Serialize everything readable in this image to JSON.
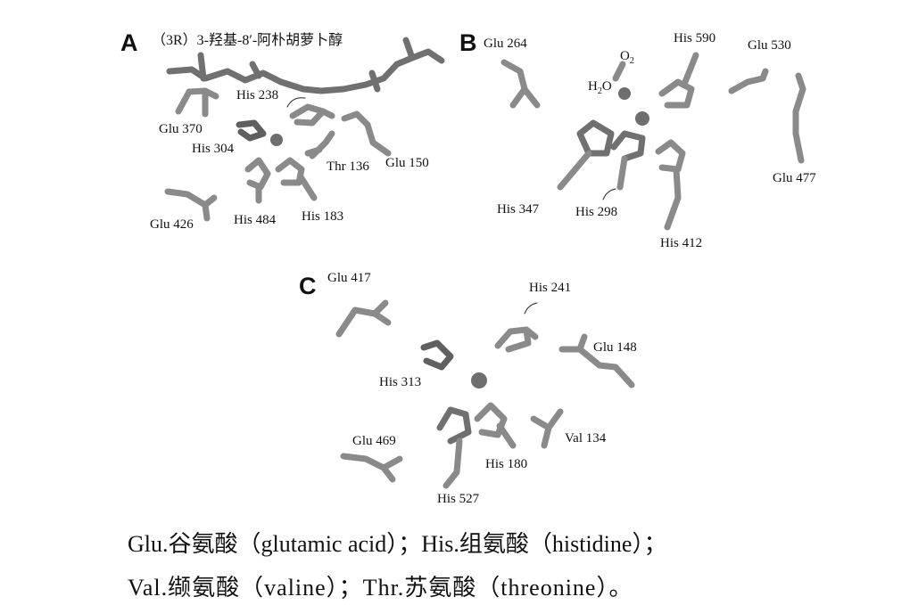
{
  "panels": {
    "A": {
      "letter": "A",
      "title": "（3R）3-羟基-8′-阿朴胡萝卜醇",
      "labels": [
        "His 238",
        "Glu 370",
        "His 304",
        "Thr 136",
        "Glu 150",
        "Glu 426",
        "His 484",
        "His 183"
      ]
    },
    "B": {
      "letter": "B",
      "labels": [
        "Glu 264",
        "His 590",
        "Glu 530",
        "His 347",
        "His 298",
        "His 412",
        "Glu 477"
      ],
      "o2": {
        "base": "O",
        "sub": "2"
      },
      "h2o": {
        "pre": "H",
        "sub": "2",
        "post": "O"
      }
    },
    "C": {
      "letter": "C",
      "labels": [
        "Glu 417",
        "His 241",
        "Glu 148",
        "His 313",
        "Val 134",
        "Glu 469",
        "His 180",
        "His 527"
      ]
    }
  },
  "caption": {
    "line1": "Glu.谷氨酸（glutamic acid）；His.组氨酸（histidine）；",
    "line2": "Val.缬氨酸（valine）；Thr.苏氨酸（threonine）。"
  },
  "colors": {
    "stick": "#8a8a8a",
    "dark": "#555555",
    "metal": "#6e6e6e"
  }
}
